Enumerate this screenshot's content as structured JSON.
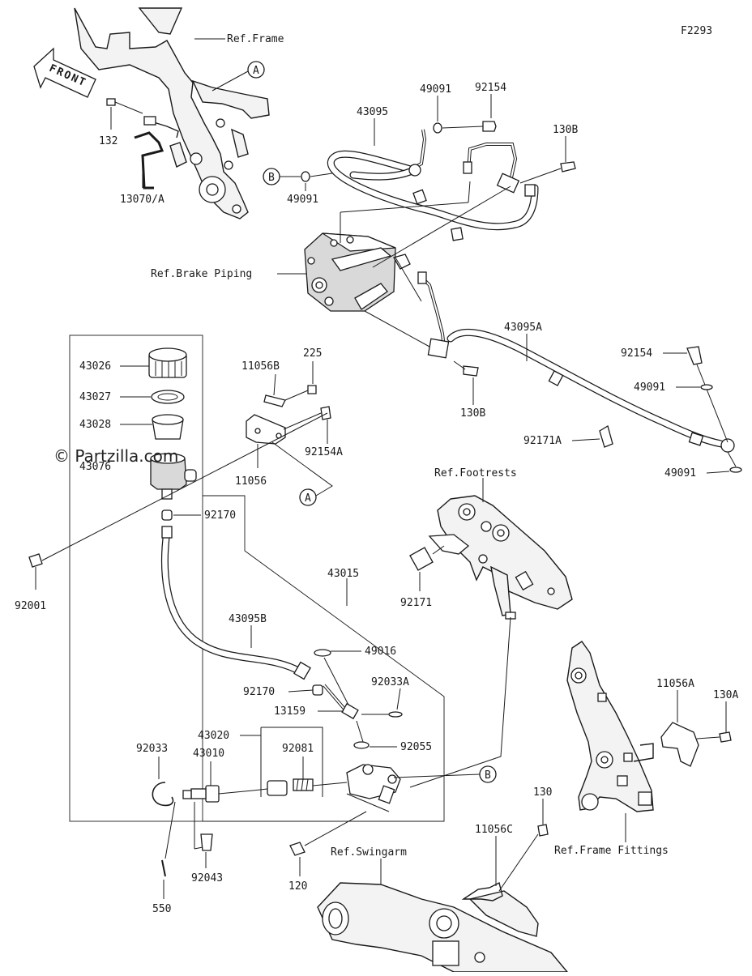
{
  "diagram_code": "F2293",
  "watermark": "© Partzilla.com",
  "front_label": "FRONT",
  "callouts": {
    "a": "A",
    "b": "B"
  },
  "refs": {
    "frame": "Ref.Frame",
    "brake_piping": "Ref.Brake Piping",
    "footrests": "Ref.Footrests",
    "swingarm": "Ref.Swingarm",
    "frame_fittings": "Ref.Frame Fittings"
  },
  "part_labels": {
    "p132": "132",
    "p13070A": "13070/A",
    "p43095": "43095",
    "p49091_top": "49091",
    "p92154_top": "92154",
    "p130B_top": "130B",
    "p49091_left": "49091",
    "p43095A": "43095A",
    "p92154_right": "92154",
    "p49091_r1": "49091",
    "p130B_mid": "130B",
    "p92171A": "92171A",
    "p49091_r2": "49091",
    "p43026": "43026",
    "p43027": "43027",
    "p43028": "43028",
    "p43076": "43076",
    "p11056B": "11056B",
    "p225": "225",
    "p92154A": "92154A",
    "p11056": "11056",
    "p92170_top": "92170",
    "p92001": "92001",
    "p43015": "43015",
    "p43095B": "43095B",
    "p49016": "49016",
    "p92033A": "92033A",
    "p92170_mid": "92170",
    "p13159": "13159",
    "p92055": "92055",
    "p92171": "92171",
    "p92033": "92033",
    "p43020": "43020",
    "p43010": "43010",
    "p92081": "92081",
    "p11056A": "11056A",
    "p130A": "130A",
    "p130": "130",
    "p11056C": "11056C",
    "p120": "120",
    "p92043": "92043",
    "p550": "550"
  }
}
